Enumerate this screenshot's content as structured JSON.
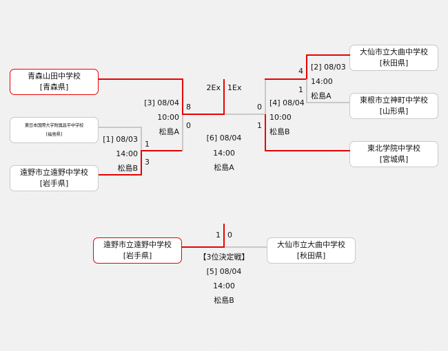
{
  "colors": {
    "winner_line": "#e60000",
    "loser_line": "#c8c8c8",
    "background": "#f2f2f2"
  },
  "teams": {
    "aomori": {
      "name": "青森山田中学校",
      "pref": "[青森県]"
    },
    "higashinihon": {
      "name": "東日本国際大学附属昌平中学校",
      "pref": "[福島県]"
    },
    "tono": {
      "name": "遠野市立遠野中学校",
      "pref": "[岩手県]"
    },
    "omagari": {
      "name": "大仙市立大曲中学校",
      "pref": "[秋田県]"
    },
    "kanmachi": {
      "name": "東根市立神町中学校",
      "pref": "[山形県]"
    },
    "tohoku": {
      "name": "東北学院中学校",
      "pref": "[宮城県]"
    },
    "third_left": {
      "name": "遠野市立遠野中学校",
      "pref": "[岩手県]"
    },
    "third_right": {
      "name": "大仙市立大曲中学校",
      "pref": "[秋田県]"
    }
  },
  "matches": {
    "m1": {
      "label": "[1] 08/03",
      "time": "14:00",
      "venue": "松島B",
      "score_top": "1",
      "score_bottom": "3"
    },
    "m2": {
      "label": "[2] 08/03",
      "time": "14:00",
      "venue": "松島A",
      "score_top": "4",
      "score_bottom": "1"
    },
    "m3": {
      "label": "[3] 08/04",
      "time": "10:00",
      "venue": "松島A",
      "score_top": "8",
      "score_bottom": "0"
    },
    "m4": {
      "label": "[4] 08/04",
      "time": "10:00",
      "venue": "松島B",
      "score_top": "0",
      "score_bottom": "1"
    },
    "m6": {
      "label": "[6] 08/04",
      "time": "14:00",
      "venue": "松島A",
      "score_left": "2Ex",
      "score_right": "1Ex"
    },
    "m5": {
      "title": "【3位決定戦】",
      "label": "[5] 08/04",
      "time": "14:00",
      "venue": "松島B",
      "score_left": "1",
      "score_right": "0"
    }
  }
}
